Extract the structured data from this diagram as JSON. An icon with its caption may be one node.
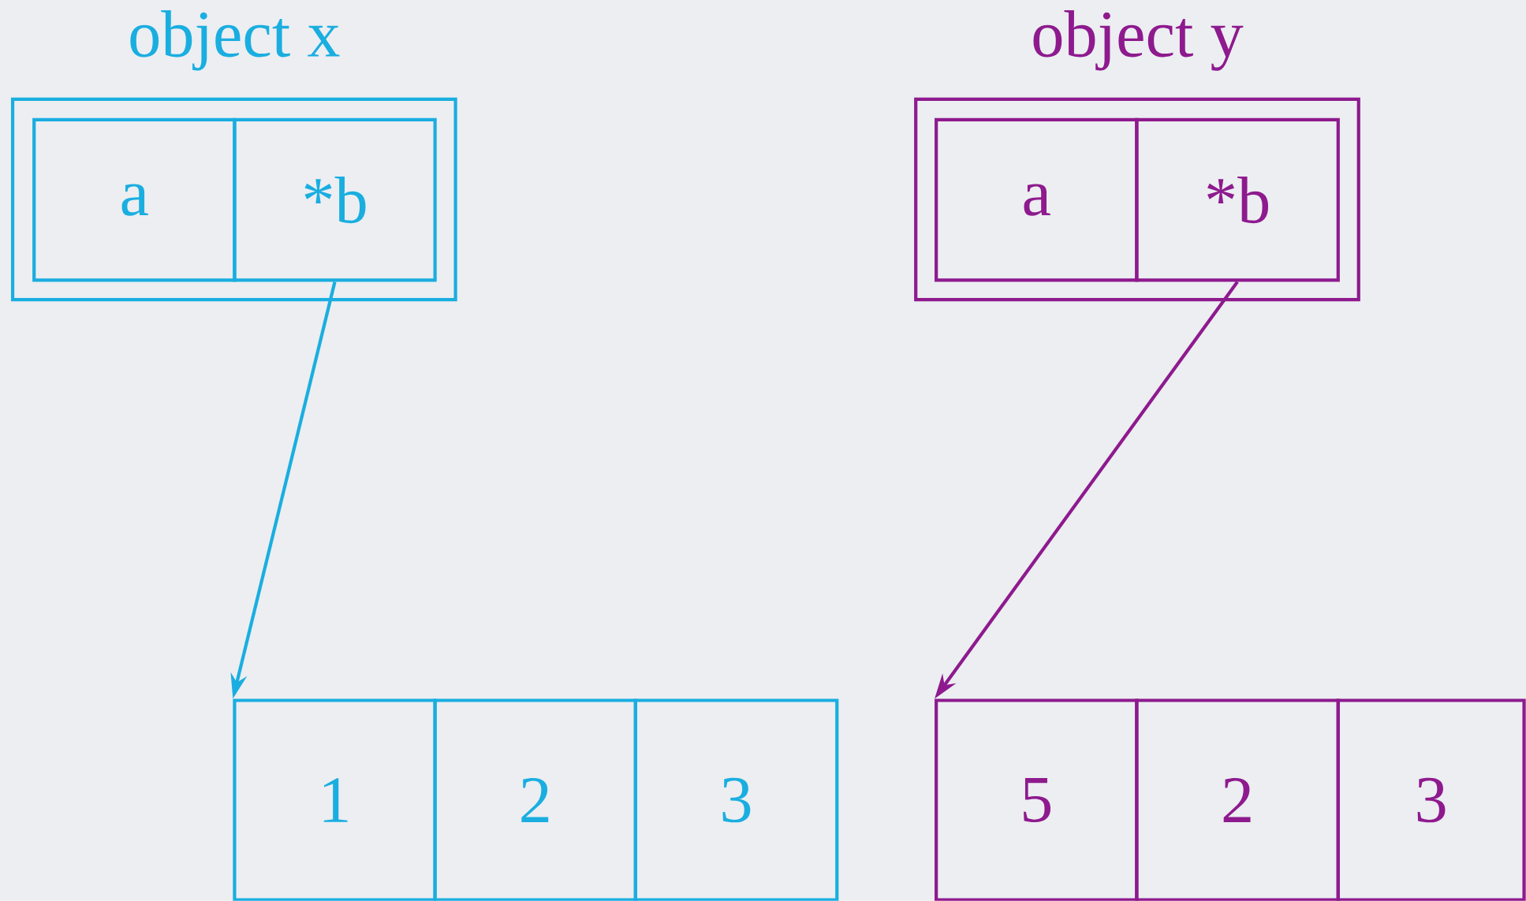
{
  "diagram": {
    "nodes": [
      {
        "text": [
          "object x"
        ]
      },
      {
        "text": [
          "a"
        ],
        "in": 0
      },
      {
        "text": [
          "*b"
        ],
        "in": 0
      },
      {
        "text": [
          "1"
        ]
      },
      {
        "text": [
          "2"
        ]
      },
      {
        "text": [
          "3"
        ]
      },
      {
        "text": [
          "object y"
        ]
      },
      {
        "text": [
          "a"
        ],
        "in": 6
      },
      {
        "text": [
          "*b"
        ],
        "in": 6
      },
      {
        "text": [
          "5"
        ]
      },
      {
        "text": [
          "2"
        ]
      },
      {
        "text": [
          "3"
        ]
      }
    ],
    "edges": [
      {
        "from": 2,
        "to": 3,
        "arrow": "to",
        "color": "#1aaee0"
      },
      {
        "from": 8,
        "to": 9,
        "arrow": "to",
        "color": "#8e1a8e"
      }
    ]
  }
}
